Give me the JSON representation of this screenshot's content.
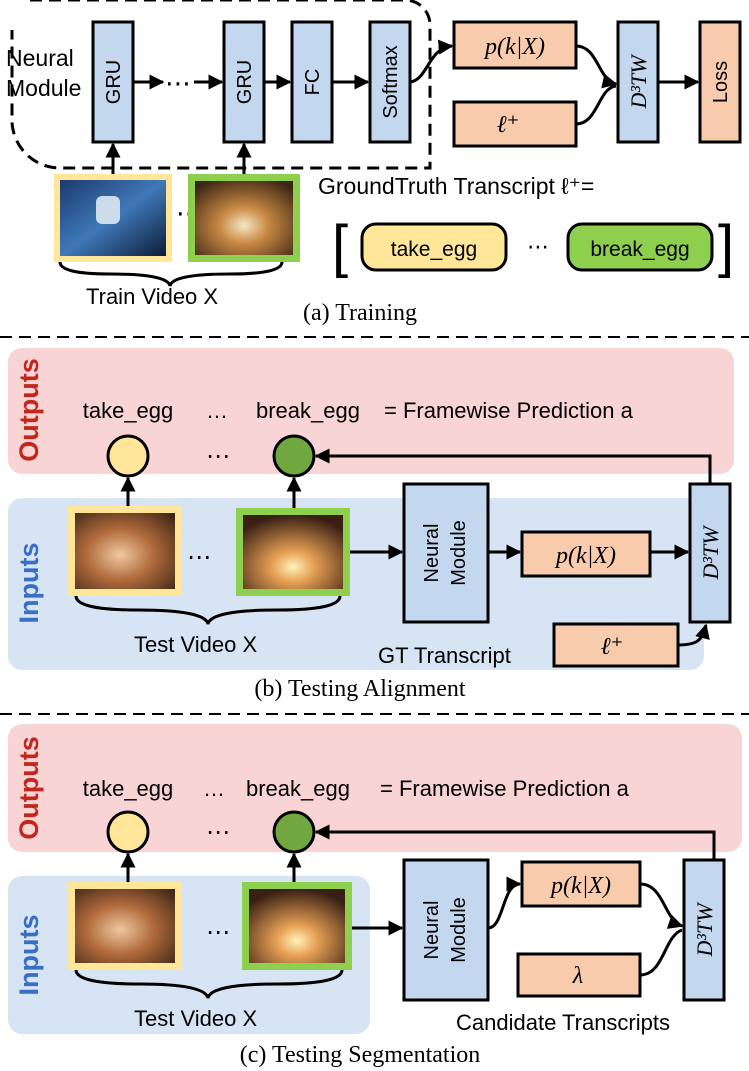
{
  "colors": {
    "neural_block": "#c3d7ee",
    "prob_block": "#f8cbad",
    "yellow_label": "#ffe699",
    "green_label": "#8fcf4e",
    "green_node": "#70a83f",
    "outputs_band": "#f9d4d4",
    "inputs_band": "#d6e4f4",
    "outputs_text": "#c0281f",
    "inputs_text": "#3a6ec4"
  },
  "training": {
    "neural_module_label_1": "Neural",
    "neural_module_label_2": "Module",
    "gru_1": "GRU",
    "ellipsis": "⋯",
    "gru_2": "GRU",
    "fc": "FC",
    "softmax": "Softmax",
    "prob": "p(k|X)",
    "ell_plus": "ℓ⁺",
    "d3tw": "D³TW",
    "loss": "Loss",
    "gt_transcript": "GroundTruth Transcript ℓ⁺=",
    "bracket_open": "[",
    "label_take": "take_egg",
    "label_dots": "⋯",
    "label_break": "break_egg",
    "bracket_close": "]",
    "frames_dots": "⋯",
    "video_label": "Train Video X",
    "caption": "(a) Training"
  },
  "alignment": {
    "outputs_title": "Outputs",
    "inputs_title": "Inputs",
    "take_label": "take_egg",
    "dots_label": "…",
    "break_label": "break_egg",
    "prediction": "= Framewise Prediction a",
    "node_dots": "⋯",
    "frames_dots": "⋯",
    "video_label": "Test Video X",
    "neural_1": "Neural",
    "neural_2": "Module",
    "prob": "p(k|X)",
    "d3tw": "D³TW",
    "gt_transcript": "GT Transcript",
    "ell_plus": "ℓ⁺",
    "caption": "(b) Testing Alignment"
  },
  "segmentation": {
    "outputs_title": "Outputs",
    "inputs_title": "Inputs",
    "take_label": "take_egg",
    "dots_label": "…",
    "break_label": "break_egg",
    "prediction": "= Framewise Prediction a",
    "node_dots": "⋯",
    "frames_dots": "⋯",
    "video_label": "Test Video X",
    "neural_1": "Neural",
    "neural_2": "Module",
    "prob": "p(k|X)",
    "lambda": "λ",
    "d3tw": "D³TW",
    "candidates": "Candidate Transcripts",
    "caption": "(c) Testing Segmentation"
  }
}
